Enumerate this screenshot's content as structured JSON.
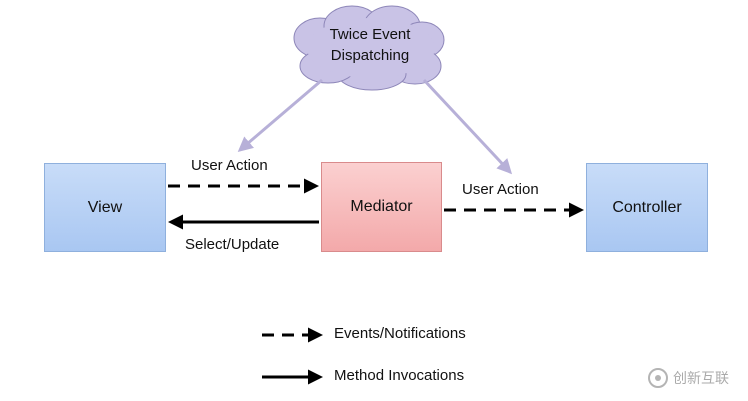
{
  "cloud": {
    "label": "Twice Event Dispatching",
    "line1": "Twice Event",
    "line2": "Dispatching"
  },
  "boxes": {
    "view": "View",
    "mediator": "Mediator",
    "controller": "Controller"
  },
  "arrows": {
    "view_to_mediator_label": "User Action",
    "mediator_to_view_label": "Select/Update",
    "mediator_to_controller_label": "User Action"
  },
  "legend": [
    {
      "style": "dashed",
      "label": "Events/Notifications"
    },
    {
      "style": "solid",
      "label": "Method Invocations"
    }
  ],
  "watermark": {
    "text": "创新互联"
  },
  "colors": {
    "view_controller_fill": "#b4cff5",
    "mediator_fill": "#f5b5b6",
    "cloud_fill": "#c9c3e6",
    "cloud_arrow": "#b7b0d8",
    "line": "#000000"
  }
}
